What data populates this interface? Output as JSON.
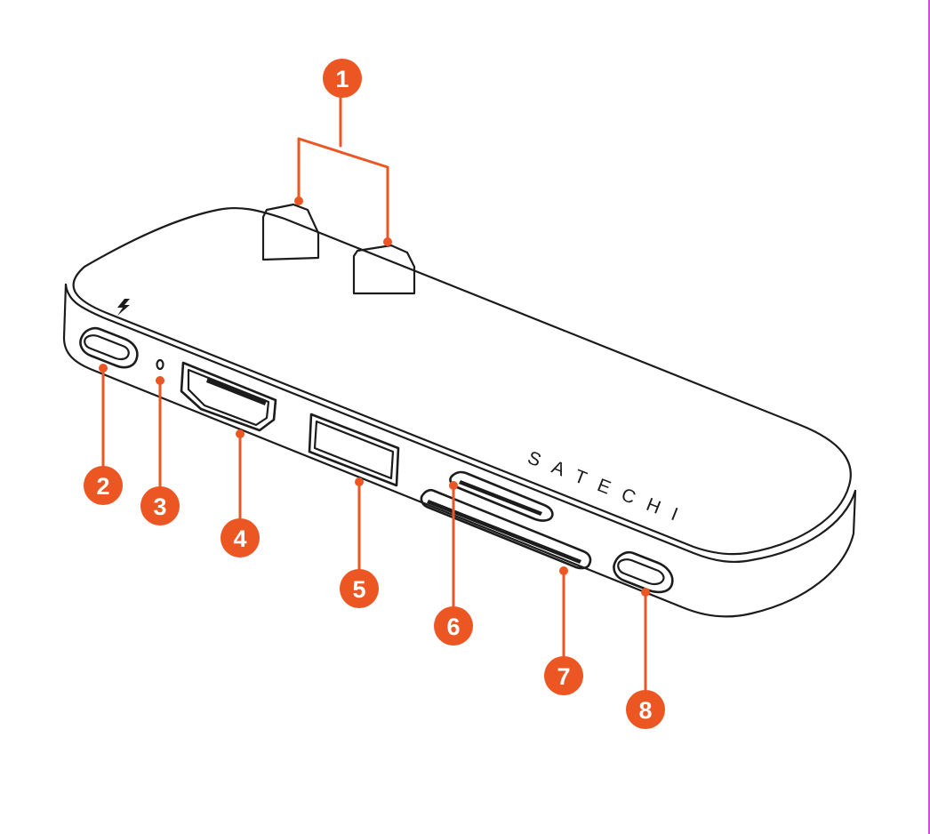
{
  "device": {
    "brand": "SATECHI"
  },
  "callouts": [
    {
      "number": "1"
    },
    {
      "number": "2"
    },
    {
      "number": "3"
    },
    {
      "number": "4"
    },
    {
      "number": "5"
    },
    {
      "number": "6"
    },
    {
      "number": "7"
    },
    {
      "number": "8"
    }
  ],
  "colors": {
    "accent": "#ec5623",
    "outline": "#1c1c1c",
    "edge_line": "#d14fd1"
  }
}
